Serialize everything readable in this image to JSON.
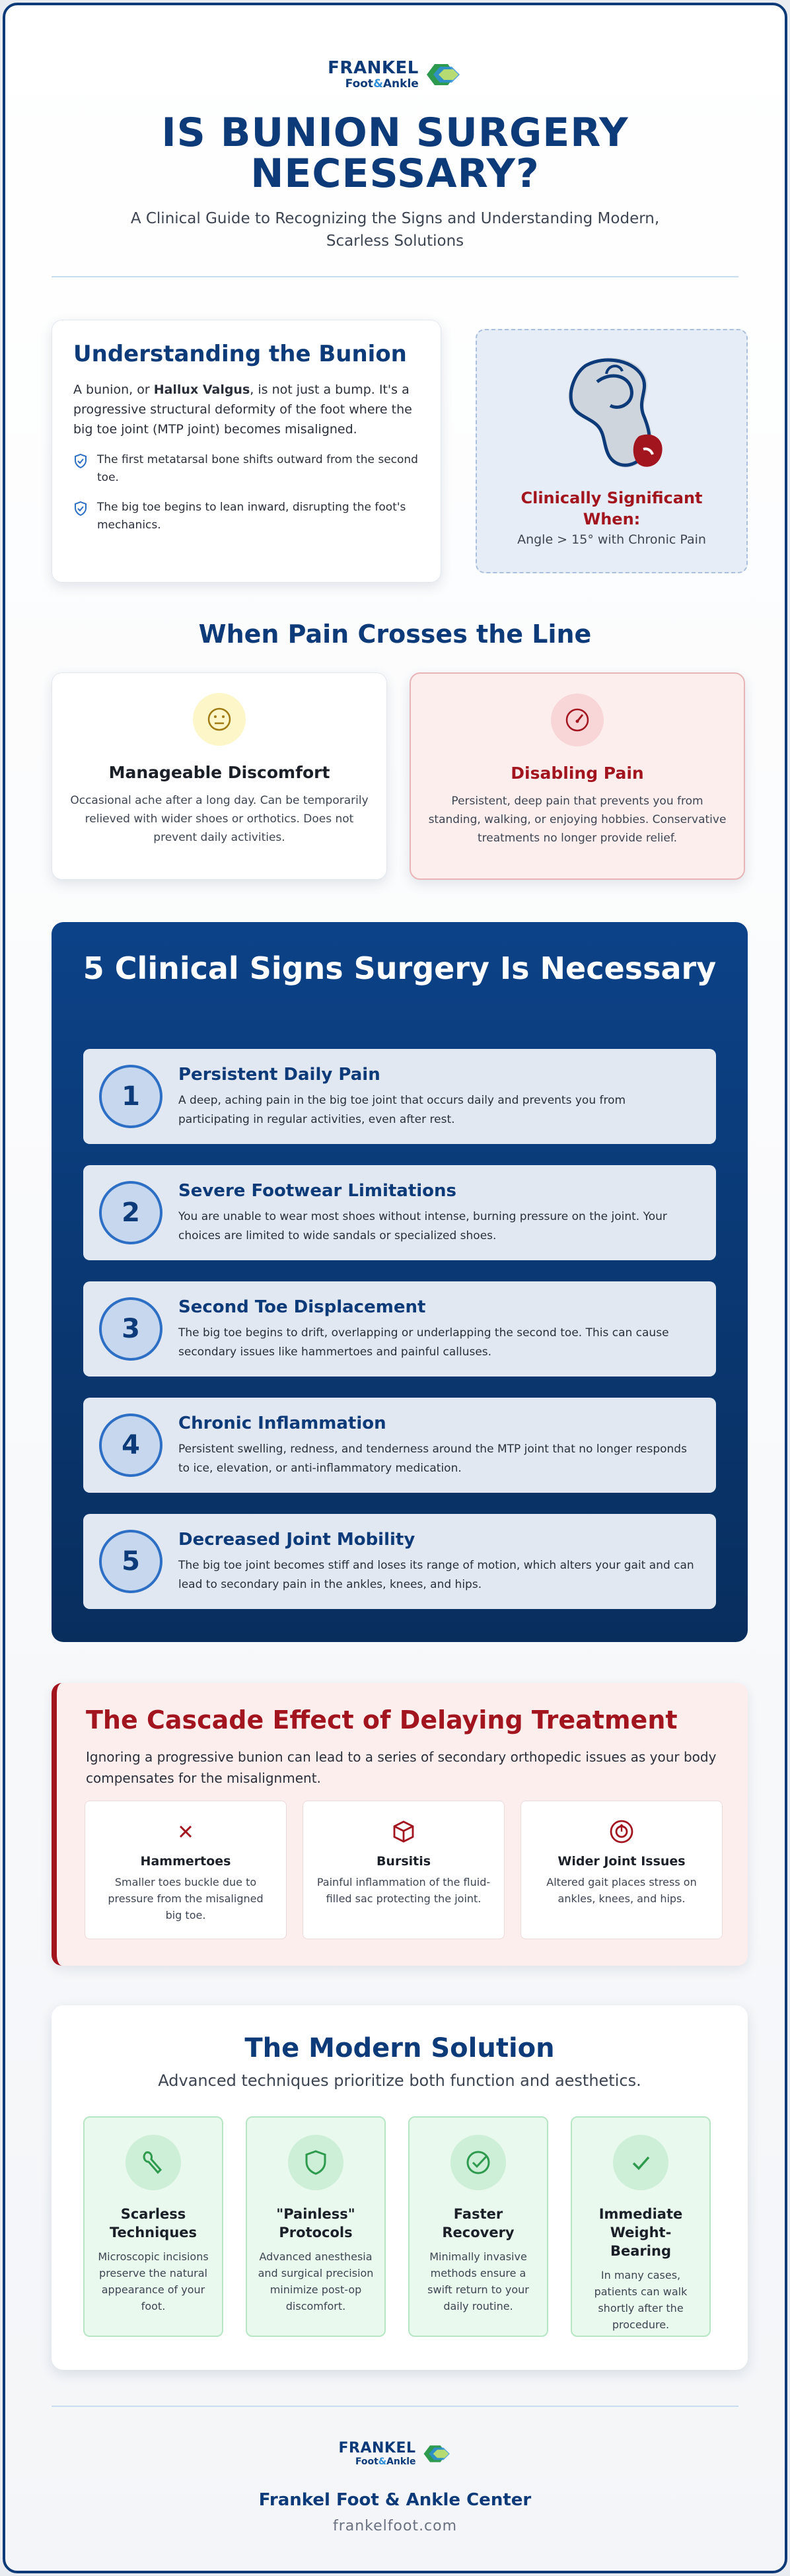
{
  "brand": {
    "logo_line1": "FRANKEL",
    "logo_line2_a": "Foot",
    "logo_line2_amp": "&",
    "logo_line2_b": "Ankle",
    "primary_color": "#0d3a78",
    "accent_red": "#a2151f",
    "accent_green": "#2e9a4e"
  },
  "header": {
    "title": "IS BUNION SURGERY NECESSARY?",
    "subtitle": "A Clinical Guide to Recognizing the Signs and Understanding Modern, Scarless Solutions"
  },
  "understanding": {
    "heading": "Understanding the Bunion",
    "para_pre": "A bunion, or ",
    "para_bold": "Hallux Valgus",
    "para_post": ", is not just a bump. It's a progressive structural deformity of the foot where the big toe joint (MTP joint) becomes misaligned.",
    "bullets": [
      "The first metatarsal bone shifts outward from the second toe.",
      "The big toe begins to lean inward, disrupting the foot's mechanics."
    ]
  },
  "significant": {
    "title": "Clinically Significant When:",
    "detail": "Angle > 15° with Chronic Pain"
  },
  "pain": {
    "heading": "When Pain Crosses the Line",
    "manageable": {
      "title": "Manageable Discomfort",
      "text": "Occasional ache after a long day. Can be temporarily relieved with wider shoes or orthotics. Does not prevent daily activities."
    },
    "disabling": {
      "title": "Disabling Pain",
      "text": "Persistent, deep pain that prevents you from standing, walking, or enjoying hobbies. Conservative treatments no longer provide relief."
    }
  },
  "signs": {
    "heading": "5 Clinical Signs Surgery Is Necessary",
    "items": [
      {
        "num": "1",
        "title": "Persistent Daily Pain",
        "text": "A deep, aching pain in the big toe joint that occurs daily and prevents you from participating in regular activities, even after rest."
      },
      {
        "num": "2",
        "title": "Severe Footwear Limitations",
        "text": "You are unable to wear most shoes without intense, burning pressure on the joint. Your choices are limited to wide sandals or specialized shoes."
      },
      {
        "num": "3",
        "title": "Second Toe Displacement",
        "text": "The big toe begins to drift, overlapping or underlapping the second toe. This can cause secondary issues like hammertoes and painful calluses."
      },
      {
        "num": "4",
        "title": "Chronic Inflammation",
        "text": "Persistent swelling, redness, and tenderness around the MTP joint that no longer responds to ice, elevation, or anti-inflammatory medication."
      },
      {
        "num": "5",
        "title": "Decreased Joint Mobility",
        "text": "The big toe joint becomes stiff and loses its range of motion, which alters your gait and can lead to secondary pain in the ankles, knees, and hips."
      }
    ]
  },
  "cascade": {
    "heading": "The Cascade Effect of Delaying Treatment",
    "intro": "Ignoring a progressive bunion can lead to a series of secondary orthopedic issues as your body compensates for the misalignment.",
    "items": [
      {
        "icon": "x-icon",
        "title": "Hammertoes",
        "text": "Smaller toes buckle due to pressure from the misaligned big toe."
      },
      {
        "icon": "cube-icon",
        "title": "Bursitis",
        "text": "Painful inflammation of the fluid-filled sac protecting the joint."
      },
      {
        "icon": "target-icon",
        "title": "Wider Joint Issues",
        "text": "Altered gait places stress on ankles, knees, and hips."
      }
    ]
  },
  "modern": {
    "heading": "The Modern Solution",
    "subtitle": "Advanced techniques prioritize both function and aesthetics.",
    "items": [
      {
        "icon": "scalpel-icon",
        "title": "Scarless Techniques",
        "text": "Microscopic incisions preserve the natural appearance of your foot."
      },
      {
        "icon": "shield-icon",
        "title": "\"Painless\" Protocols",
        "text": "Advanced anesthesia and surgical precision minimize post-op discomfort."
      },
      {
        "icon": "check-circle-icon",
        "title": "Faster Recovery",
        "text": "Minimally invasive methods ensure a swift return to your daily routine."
      },
      {
        "icon": "check-icon",
        "title": "Immediate Weight-Bearing",
        "text": "In many cases, patients can walk shortly after the procedure."
      }
    ]
  },
  "footer": {
    "name": "Frankel Foot & Ankle Center",
    "url": "frankelfoot.com"
  }
}
